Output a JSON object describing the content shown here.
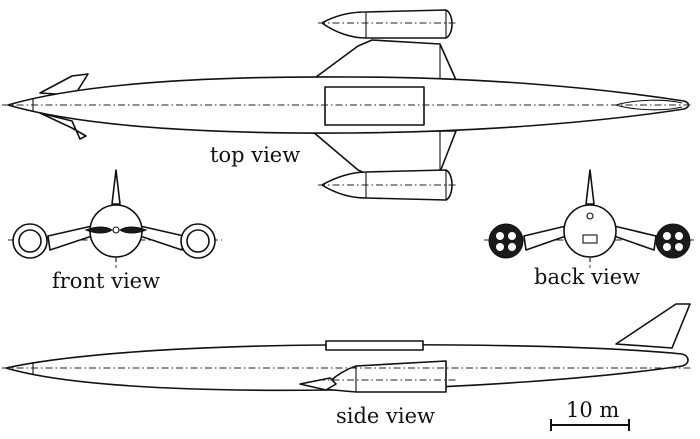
{
  "labels": {
    "top": "top view",
    "front": "front view",
    "back": "back view",
    "side": "side view",
    "scale": "10 m"
  },
  "colors": {
    "line": "#111111",
    "background": "#ffffff"
  }
}
